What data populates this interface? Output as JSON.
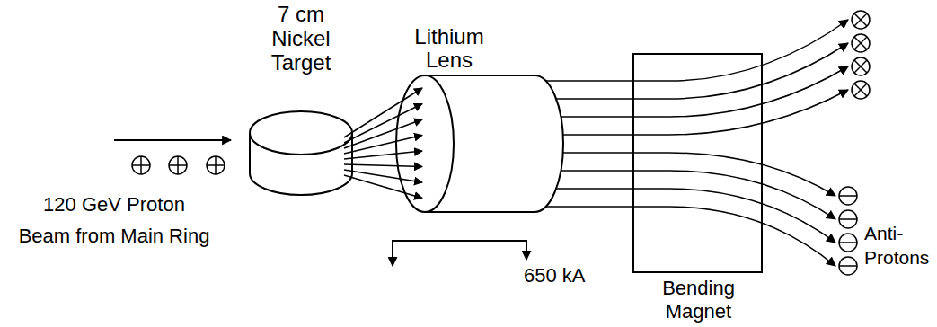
{
  "diagram": {
    "nodes": [
      {
        "text": [
          "7 cm Nickel Target"
        ]
      },
      {
        "text": [
          "Lithium Lens"
        ]
      },
      {
        "text": [
          "Bending Magnet"
        ]
      }
    ],
    "edges": [
      {
        "from": 0,
        "to": 1,
        "arrow": "to"
      },
      {
        "from": 1,
        "to": 2,
        "arrow": "none"
      }
    ],
    "labels": [
      "120 GeV Proton Beam from Main Ring",
      "650 kA",
      "Anti- Protons"
    ]
  }
}
